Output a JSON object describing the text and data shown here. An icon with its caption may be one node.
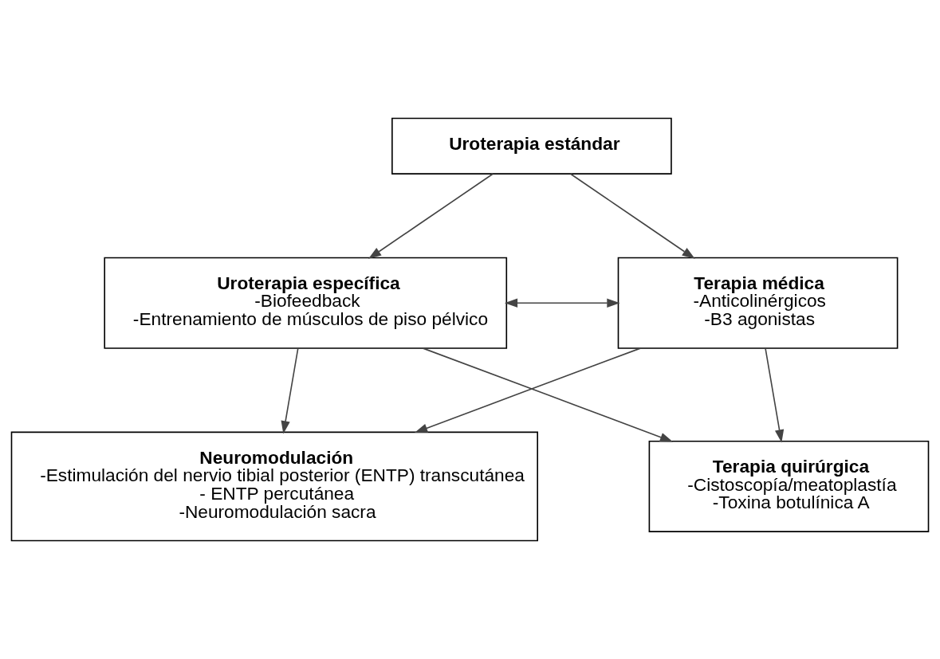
{
  "diagram": {
    "nodes": [
      {
        "text": [
          "Uroterapia estándar"
        ]
      },
      {
        "text": [
          "Uroterapia específica",
          "-Biofeedback",
          "-Entrenamiento de músculos de piso pélvico"
        ]
      },
      {
        "text": [
          "Terapia médica",
          "-Anticolinérgicos",
          "-B3 agonistas"
        ]
      },
      {
        "text": [
          "Neuromodulación",
          "-Estimulación del nervio tibial posterior (ENTP) transcutánea",
          "- ENTP percutánea",
          "-Neuromodulación sacra"
        ]
      },
      {
        "text": [
          "Terapia quirúrgica",
          "-Cistoscopía/meatoplastía",
          "-Toxina botulínica A"
        ]
      }
    ],
    "edges": [
      {
        "from": 0,
        "to": 1,
        "arrow": "to"
      },
      {
        "from": 0,
        "to": 2,
        "arrow": "to"
      },
      {
        "from": 1,
        "to": 2,
        "arrow": "both"
      },
      {
        "from": 1,
        "to": 3,
        "arrow": "to"
      },
      {
        "from": 1,
        "to": 4,
        "arrow": "to"
      },
      {
        "from": 2,
        "to": 3,
        "arrow": "to"
      },
      {
        "from": 2,
        "to": 4,
        "arrow": "to"
      }
    ]
  }
}
